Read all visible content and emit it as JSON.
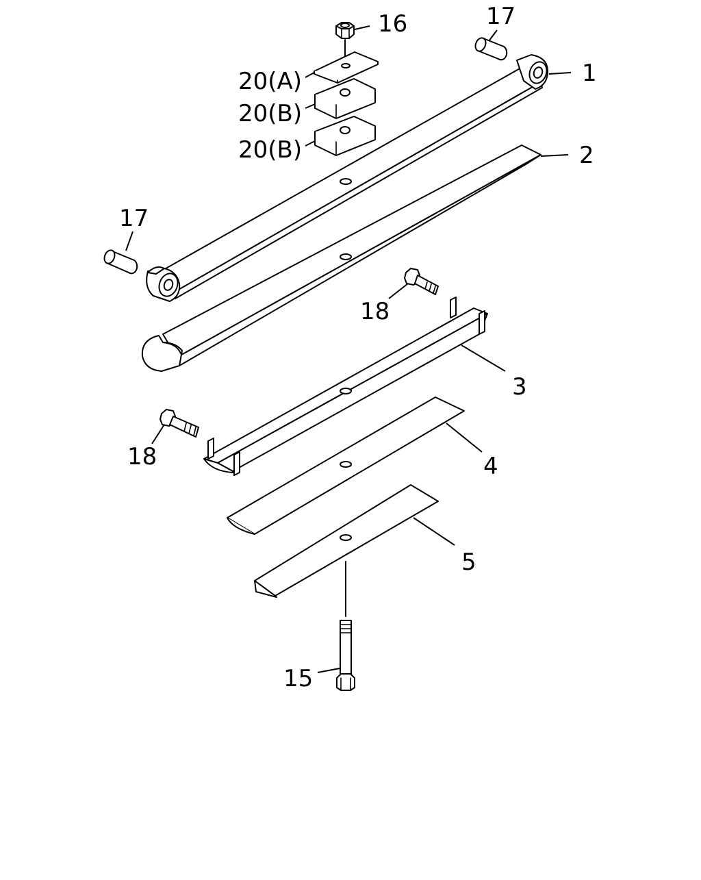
{
  "callouts": {
    "c1": "1",
    "c2": "2",
    "c3": "3",
    "c4": "4",
    "c5": "5",
    "c15": "15",
    "c16": "16",
    "c17a": "17",
    "c17b": "17",
    "c18a": "18",
    "c18b": "18",
    "c20a": "20(A)",
    "c20b1": "20(B)",
    "c20b2": "20(B)"
  }
}
